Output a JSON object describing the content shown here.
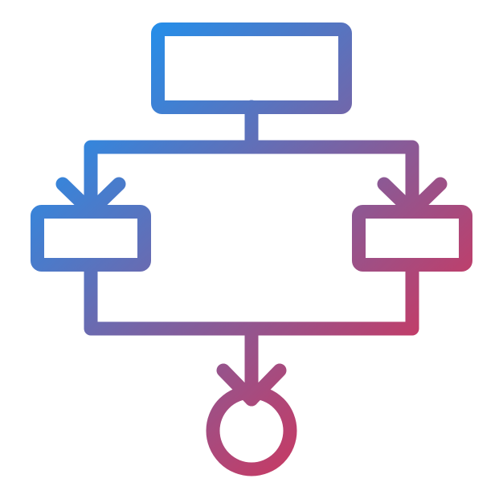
{
  "icon": {
    "name": "flowchart-icon",
    "colors": {
      "gradient_start": "#0a9cff",
      "gradient_end": "#f4233f",
      "background": "#ffffff"
    },
    "nodes": [
      "top-process-box",
      "left-process-box",
      "right-process-box",
      "end-circle"
    ],
    "arrows": [
      "left-arrowhead",
      "right-arrowhead",
      "bottom-arrowhead"
    ]
  }
}
